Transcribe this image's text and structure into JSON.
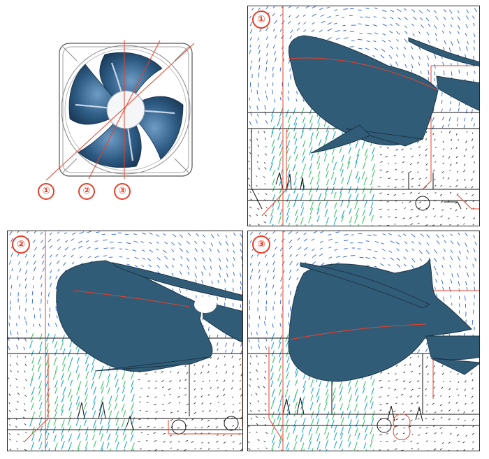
{
  "fan": {
    "section_labels": [
      "①",
      "②",
      "③"
    ],
    "frame_color": "#555555",
    "blade_color": "#2f5d85",
    "hub_color": "#f4f6f8",
    "section_line_color": "#e8402a"
  },
  "panels": [
    {
      "label": "①"
    },
    {
      "label": "②"
    },
    {
      "label": "③"
    }
  ],
  "colors": {
    "blade": "#315c78",
    "blade_edge": "#1c3647",
    "outline_red": "#e8402a",
    "outline_black": "#111111",
    "vector_blue": "#2b5fd6",
    "vector_green": "#3cc46a",
    "vector_cyan": "#1fa6c8"
  }
}
